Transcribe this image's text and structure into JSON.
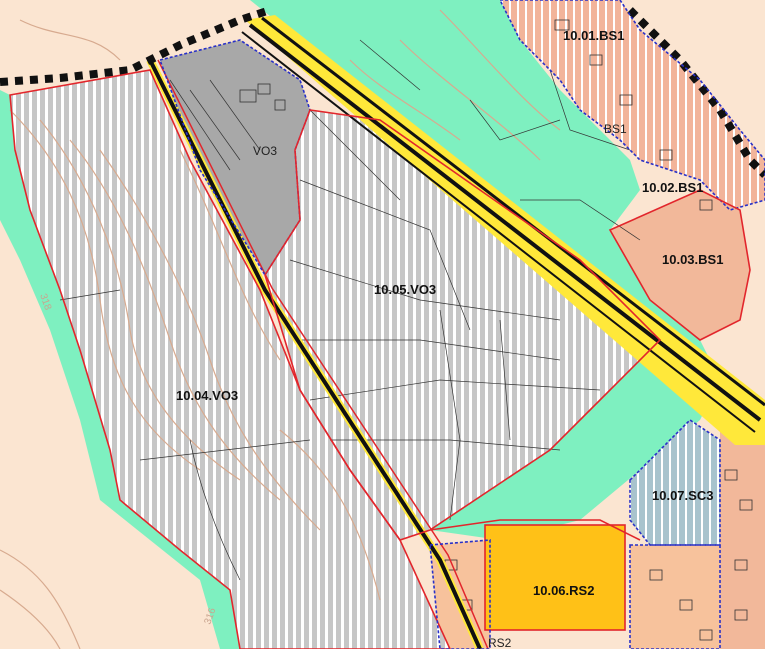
{
  "map": {
    "zones": [
      {
        "id": "10.01.BS1",
        "label": "10.01.BS1"
      },
      {
        "id": "bs1",
        "label": "BS1"
      },
      {
        "id": "10.02.BS1",
        "label": "10.02.BS1"
      },
      {
        "id": "10.03.BS1",
        "label": "10.03.BS1"
      },
      {
        "id": "vo3",
        "label": "VO3"
      },
      {
        "id": "10.05.VO3",
        "label": "10.05.VO3"
      },
      {
        "id": "10.04.VO3",
        "label": "10.04.VO3"
      },
      {
        "id": "10.07.SC3",
        "label": "10.07.SC3"
      },
      {
        "id": "10.06.RS2",
        "label": "10.06.RS2"
      },
      {
        "id": "rs2",
        "label": "RS2"
      }
    ],
    "contour_labels": [
      "318",
      "316"
    ],
    "colors": {
      "background": "#ffffff",
      "forest_green": "#7ef0c0",
      "residential_salmon": "#f2b89a",
      "residential_orange": "#f7c29c",
      "farmland_peach": "#fbe5d1",
      "gray_zone": "#c8c8c8",
      "gray_dark": "#a8a8a8",
      "zone_border_red": "#e2262c",
      "zone_border_blue": "#2830c8",
      "road_yellow": "#ffe83a",
      "road_black": "#111111",
      "contour_brown": "#d7aa8f",
      "sport_blue": "#a9c6cf",
      "rs2_yellow": "#ffc117"
    }
  }
}
